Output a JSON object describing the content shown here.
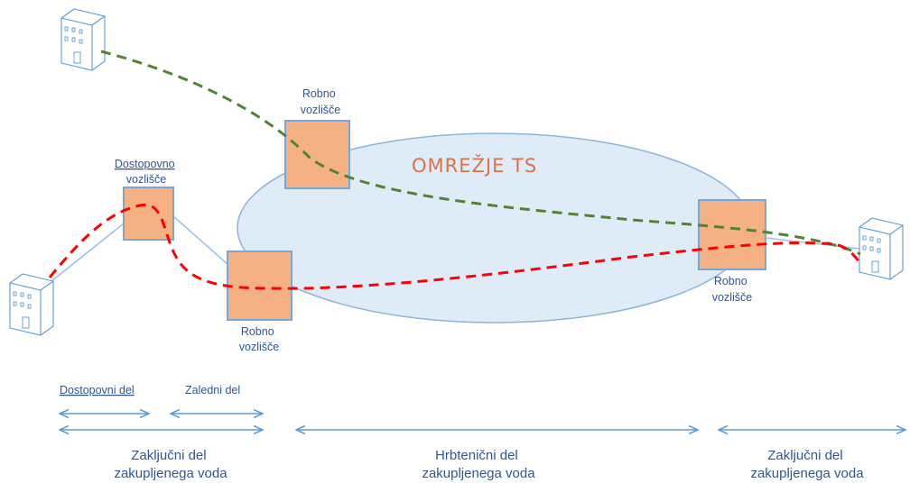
{
  "colors": {
    "network_fill": "#dfebf7",
    "network_stroke": "#8fb4dc",
    "node_fill": "#f4b183",
    "node_stroke": "#7aa6d6",
    "green_path": "#548235",
    "red_path": "#ff0000",
    "link": "#9dc3e6",
    "text": "#2f5597",
    "network_label": "#d9734c"
  },
  "network": {
    "label": "OMREŽJE TS"
  },
  "nodes": {
    "edge_top": {
      "label_line1": "Robno",
      "label_line2": "vozlišče"
    },
    "access": {
      "label_line1": "Dostopovno",
      "label_line2": "vozlišče"
    },
    "edge_bottom_left": {
      "label_line1": "Robno",
      "label_line2": "vozlišče"
    },
    "edge_right": {
      "label_line1": "Robno",
      "label_line2": "vozlišče"
    }
  },
  "buildings": {
    "top_left": {
      "icon": "building-icon"
    },
    "bottom_left": {
      "icon": "building-icon"
    },
    "right": {
      "icon": "building-icon"
    }
  },
  "segments": {
    "access_part": "Dostopovni del",
    "backhaul_part": "Zaledni del",
    "terminal_left_line1": "Zaključni del",
    "terminal_left_line2": "zakupljenega voda",
    "backbone_line1": "Hrbtenični del",
    "backbone_line2": "zakupljenega voda",
    "terminal_right_line1": "Zaključni del",
    "terminal_right_line2": "zakupljenega voda"
  }
}
